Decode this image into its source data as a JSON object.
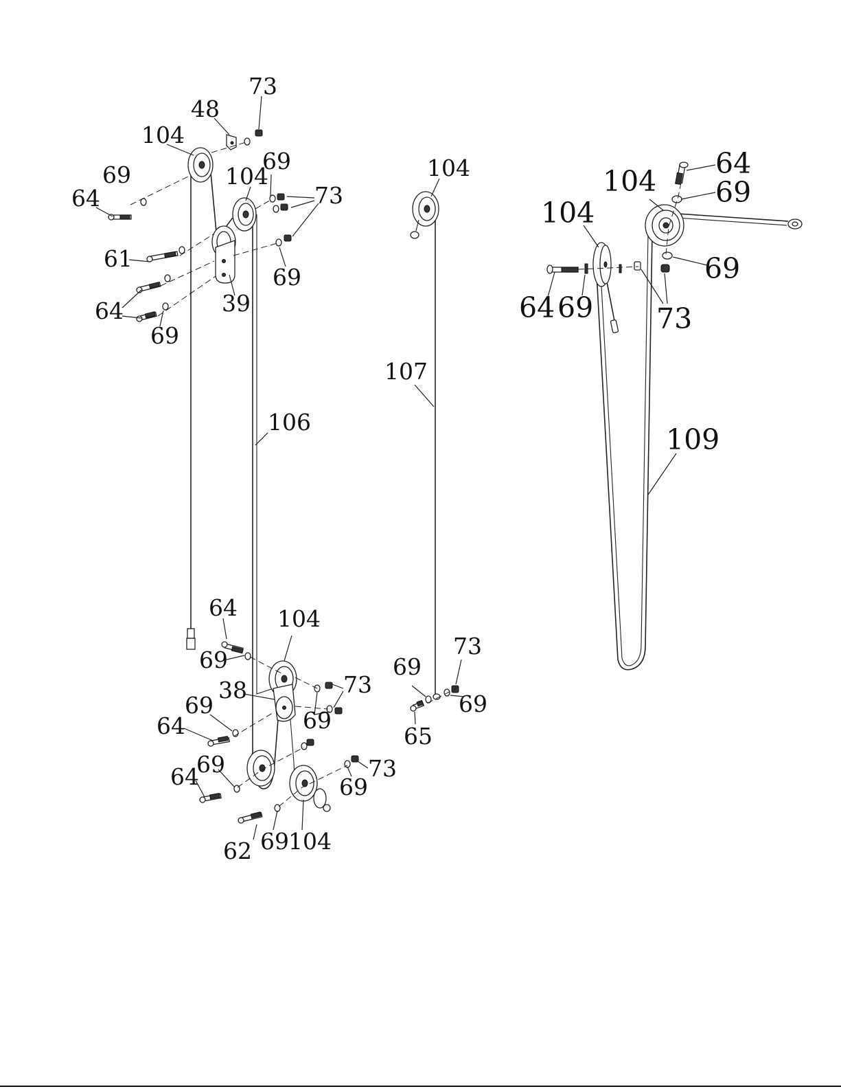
{
  "labels": {
    "a73_top": "73",
    "a48": "48",
    "a104_top": "104",
    "a69_left": "69",
    "a64_left": "64",
    "a104_second": "104",
    "a69_right_top": "69",
    "a73_right_top": "73",
    "a61": "61",
    "a69_right_mid": "69",
    "a39": "39",
    "a64_lower": "64",
    "a69_lower": "69",
    "a106": "106",
    "b64_top": "64",
    "b104": "104",
    "b69_a": "69",
    "b38": "38",
    "b73_a": "73",
    "b69_b": "69",
    "b64_mid": "64",
    "b69_c": "69",
    "b69_d": "69",
    "b64_low": "64",
    "b73_b": "73",
    "b69_e": "69",
    "b62": "62",
    "b69_f": "69",
    "b104_low": "104",
    "c104": "104",
    "c107": "107",
    "c73": "73",
    "c69_left": "69",
    "c69_right": "69",
    "c65": "65",
    "d64_top": "64",
    "d104_right": "104",
    "d69_top": "69",
    "d104_left": "104",
    "d69_mid": "69",
    "d64_left": "64",
    "d69_left": "69",
    "d73": "73",
    "d109": "109"
  }
}
